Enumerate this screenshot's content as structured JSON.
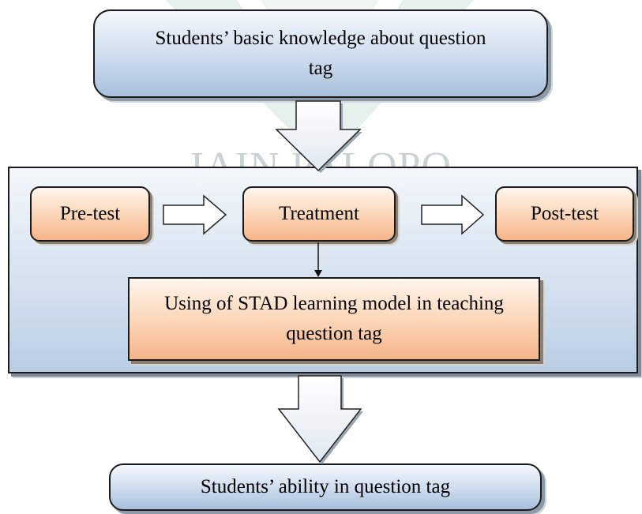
{
  "watermark": {
    "text": "IAIN PALOPO"
  },
  "diagram": {
    "top_box": "Students’ basic knowledge about question tag",
    "pre_test": "Pre-test",
    "treatment": "Treatment",
    "post_test": "Post-test",
    "stad_box": "Using of STAD learning model in teaching question tag",
    "bottom_box": "Students’ ability in question tag"
  },
  "colors": {
    "blue_box": "#c9d9ec",
    "orange_box": "#fbd4b4",
    "frame": "#cddcec",
    "watermark": "#c9d3d3"
  }
}
